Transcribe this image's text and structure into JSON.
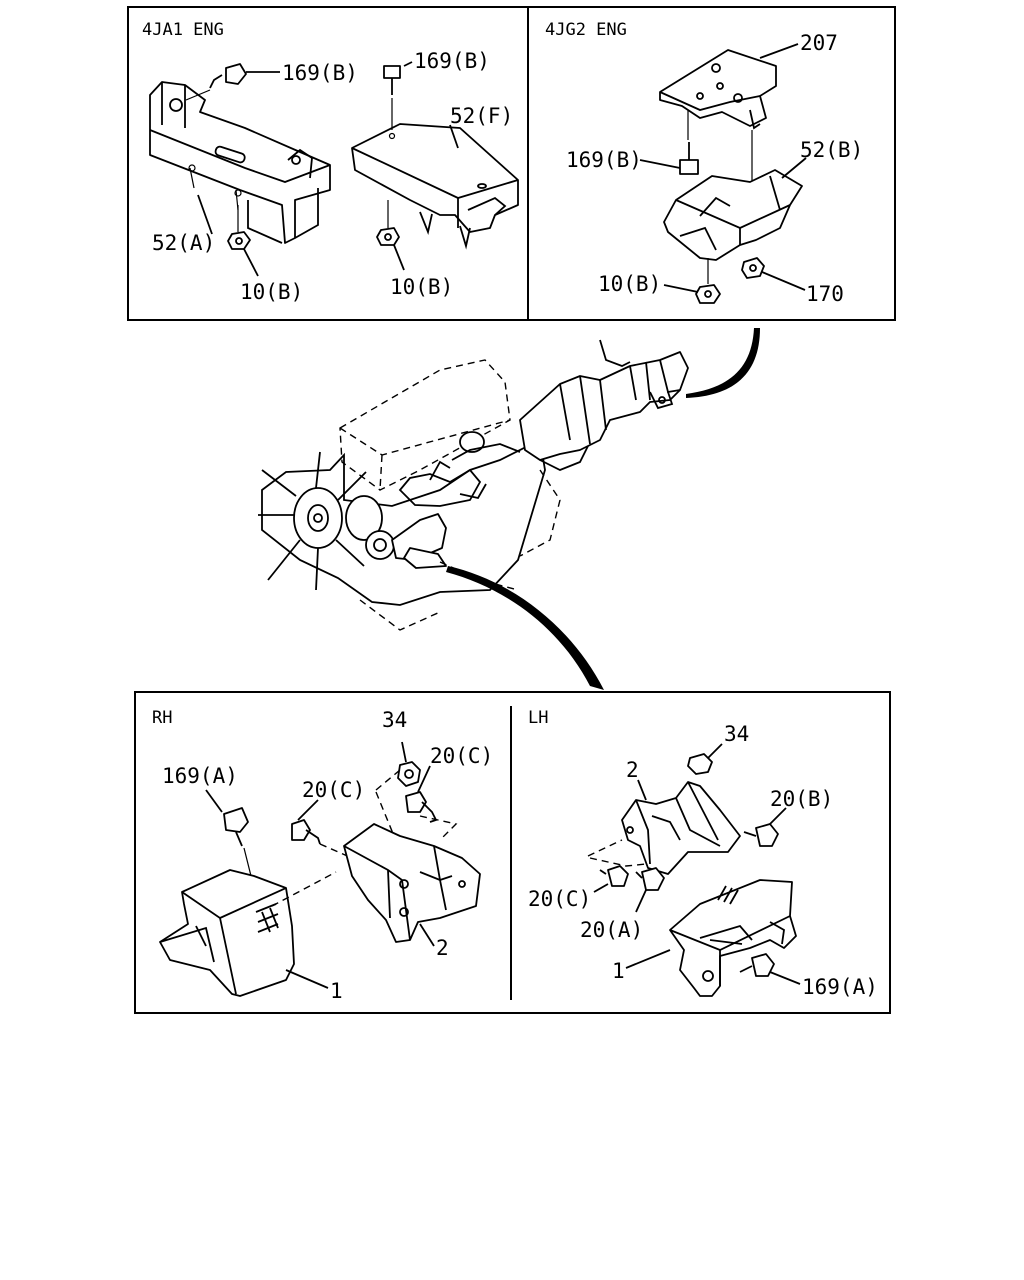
{
  "panels": {
    "top_left": {
      "header": "4JA1  ENG",
      "labels": [
        "169(B)",
        "169(B)",
        "52(F)",
        "52(A)",
        "10(B)",
        "10(B)"
      ]
    },
    "top_right": {
      "header": "4JG2  ENG",
      "labels": [
        "207",
        "169(B)",
        "52(B)",
        "10(B)",
        "170"
      ]
    },
    "bottom_left": {
      "header": "RH",
      "labels": [
        "34",
        "20(C)",
        "169(A)",
        "20(C)",
        "2",
        "1"
      ]
    },
    "bottom_right": {
      "header": "LH",
      "labels": [
        "34",
        "2",
        "20(B)",
        "20(C)",
        "20(A)",
        "1",
        "169(A)"
      ]
    }
  }
}
